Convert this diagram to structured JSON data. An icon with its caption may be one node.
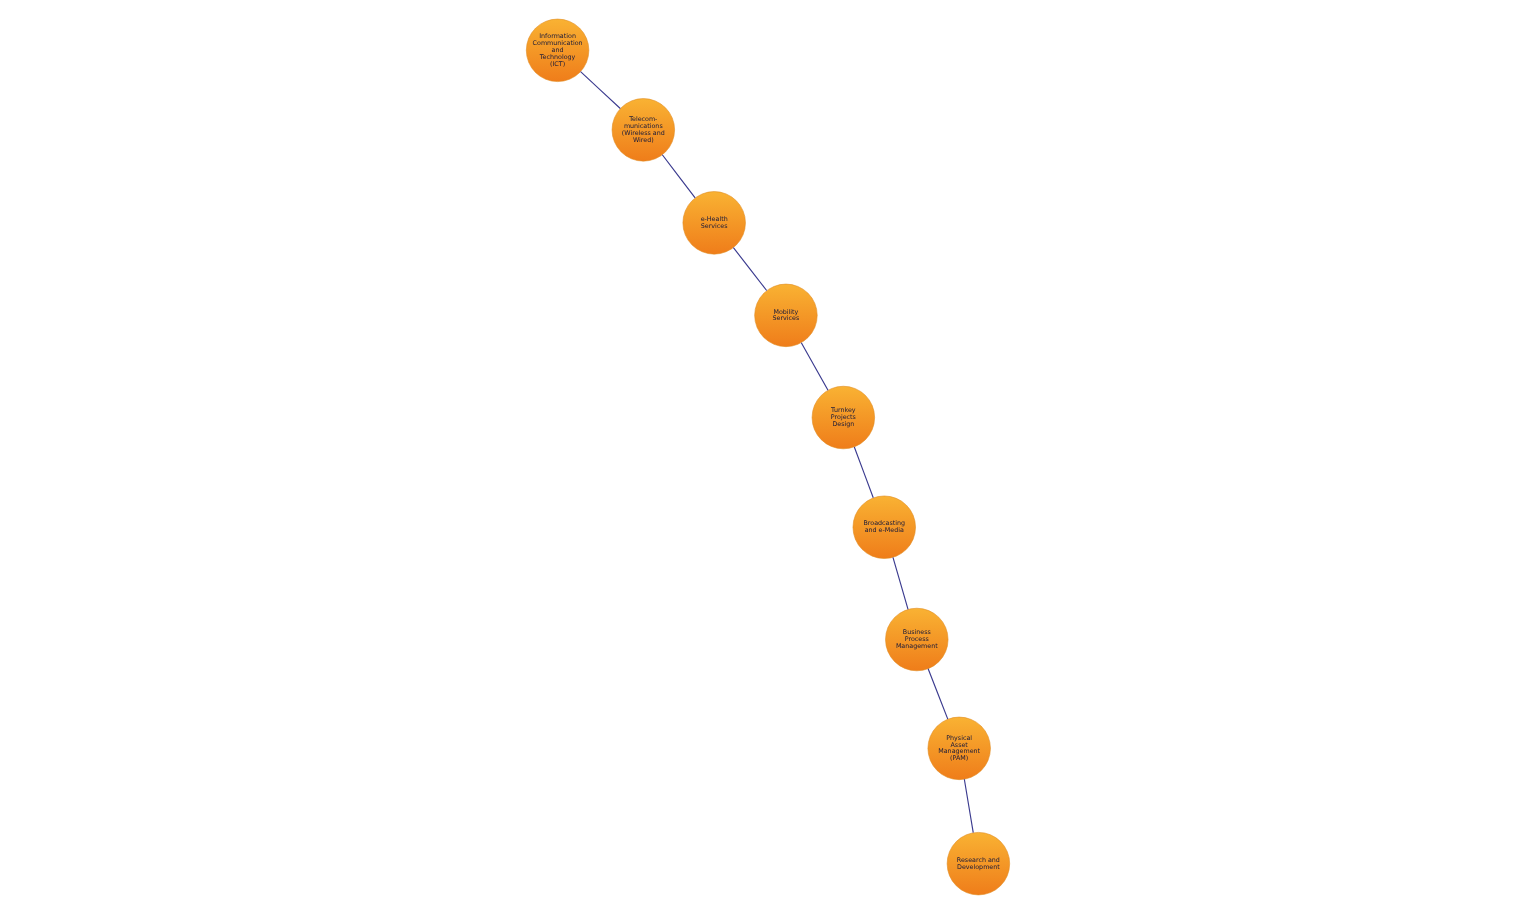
{
  "diagram": {
    "nodes": [
      {
        "text": [
          "Information Communication and Technology (ICT)"
        ]
      },
      {
        "text": [
          "Telecom- munications (Wireless and Wired)"
        ]
      },
      {
        "text": [
          "e-Health Services"
        ]
      },
      {
        "text": [
          "Mobility Services"
        ]
      },
      {
        "text": [
          "Turnkey Projects Design"
        ]
      },
      {
        "text": [
          "Broadcasting and e-Media"
        ]
      },
      {
        "text": [
          "Business Process Management"
        ]
      },
      {
        "text": [
          "Physical Asset Management (PAM)"
        ]
      },
      {
        "text": [
          "Research and Development"
        ]
      }
    ],
    "edges": [
      {
        "from": 0,
        "to": 1,
        "arrow": "none"
      },
      {
        "from": 1,
        "to": 2,
        "arrow": "none"
      },
      {
        "from": 2,
        "to": 3,
        "arrow": "none"
      },
      {
        "from": 3,
        "to": 4,
        "arrow": "none"
      },
      {
        "from": 4,
        "to": 5,
        "arrow": "none"
      },
      {
        "from": 5,
        "to": 6,
        "arrow": "none"
      },
      {
        "from": 6,
        "to": 7,
        "arrow": "none"
      },
      {
        "from": 7,
        "to": 8,
        "arrow": "none"
      }
    ]
  }
}
